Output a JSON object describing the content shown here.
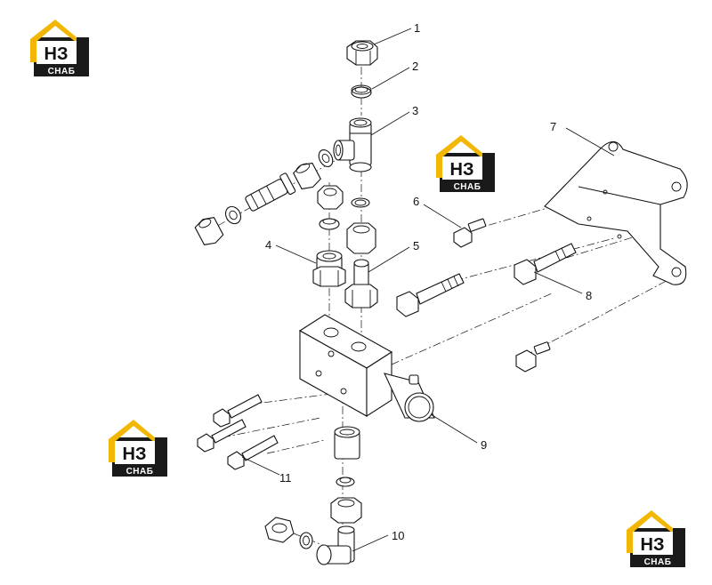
{
  "diagram": {
    "callouts": [
      {
        "num": "1"
      },
      {
        "num": "2"
      },
      {
        "num": "3"
      },
      {
        "num": "4"
      },
      {
        "num": "5"
      },
      {
        "num": "6"
      },
      {
        "num": "7"
      },
      {
        "num": "8"
      },
      {
        "num": "9"
      },
      {
        "num": "10"
      },
      {
        "num": "11"
      }
    ],
    "watermark": {
      "title": "НЗ",
      "subtitle": "СНАБ",
      "colors": {
        "accent": "#f2b705",
        "dark": "#1a1a1a",
        "text": "#111111"
      }
    }
  }
}
